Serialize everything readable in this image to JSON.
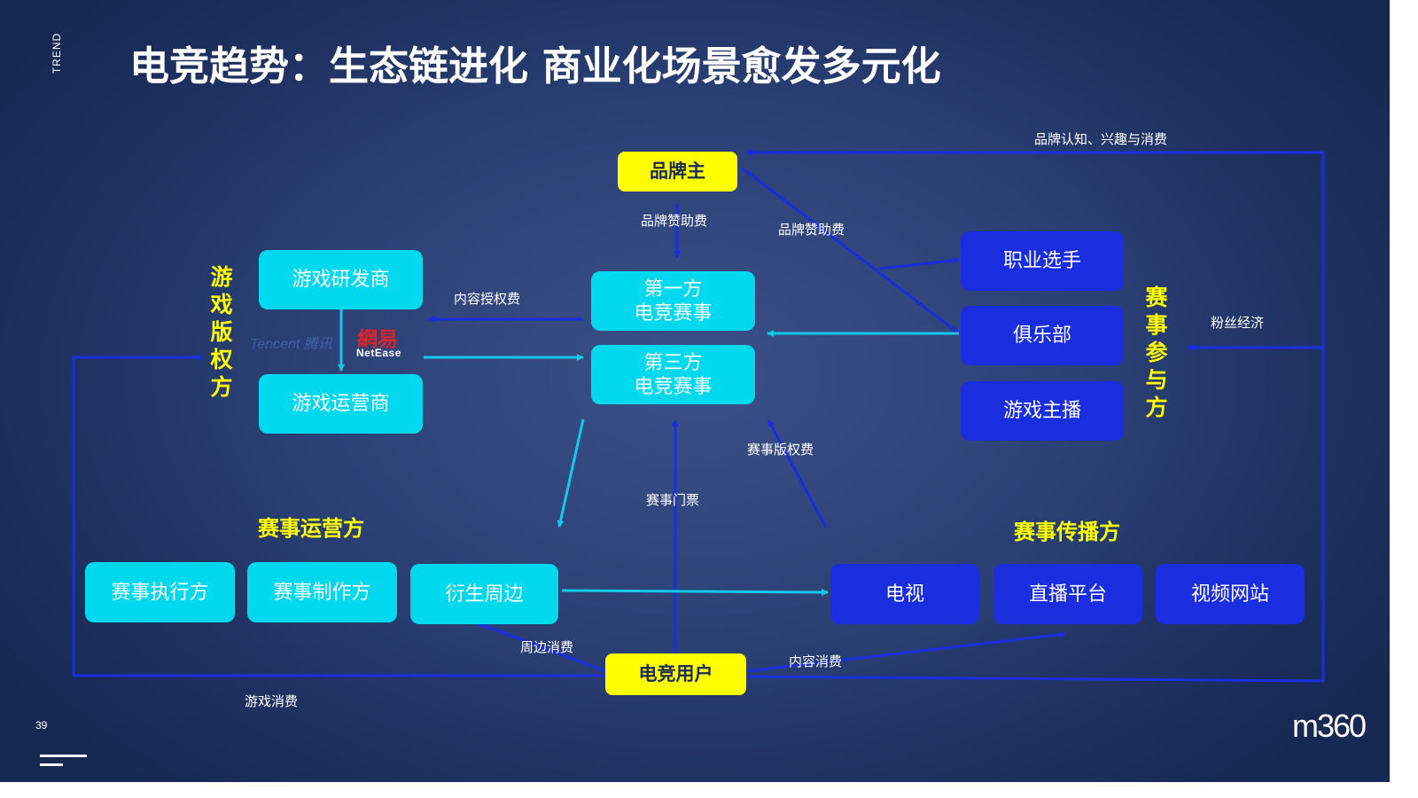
{
  "header": {
    "section_tag": "TREND",
    "title": "电竞趋势：生态链进化 商业化场景愈发多元化"
  },
  "groups": {
    "game_rights": "游戏版权方",
    "event_participants": "赛事参与方",
    "event_operators": "赛事运营方",
    "event_broadcasters": "赛事传播方"
  },
  "nodes": {
    "brand_owner": "品牌主",
    "game_developer": "游戏研发商",
    "game_operator": "游戏运营商",
    "first_party_event": "第一方\n电竞赛事",
    "third_party_event": "第三方\n电竞赛事",
    "pro_player": "职业选手",
    "club": "俱乐部",
    "game_streamer": "游戏主播",
    "event_executor": "赛事执行方",
    "event_producer": "赛事制作方",
    "derivatives": "衍生周边",
    "tv": "电视",
    "live_platform": "直播平台",
    "video_site": "视频网站",
    "esports_user": "电竞用户"
  },
  "logos": {
    "tencent": "Tencent 腾讯",
    "netease_cn": "網易",
    "netease_en": "NetEase",
    "brand": "m360"
  },
  "flow_labels": {
    "brand_awareness": "品牌认知、兴趣与消费",
    "brand_sponsorship_1": "品牌赞助费",
    "brand_sponsorship_2": "品牌赞助费",
    "content_license": "内容授权费",
    "fan_economy": "粉丝经济",
    "broadcast_rights": "赛事版权费",
    "tickets": "赛事门票",
    "merch_consumption": "周边消费",
    "content_consumption": "内容消费",
    "game_consumption": "游戏消费"
  },
  "footer": {
    "page_number": "39"
  },
  "colors": {
    "cyan_box": "#00d8ee",
    "blue_box": "#1a2ee0",
    "highlight_yellow": "#ffff00",
    "flow_blue": "#1a2ee0",
    "flow_cyan": "#16c8e8"
  }
}
